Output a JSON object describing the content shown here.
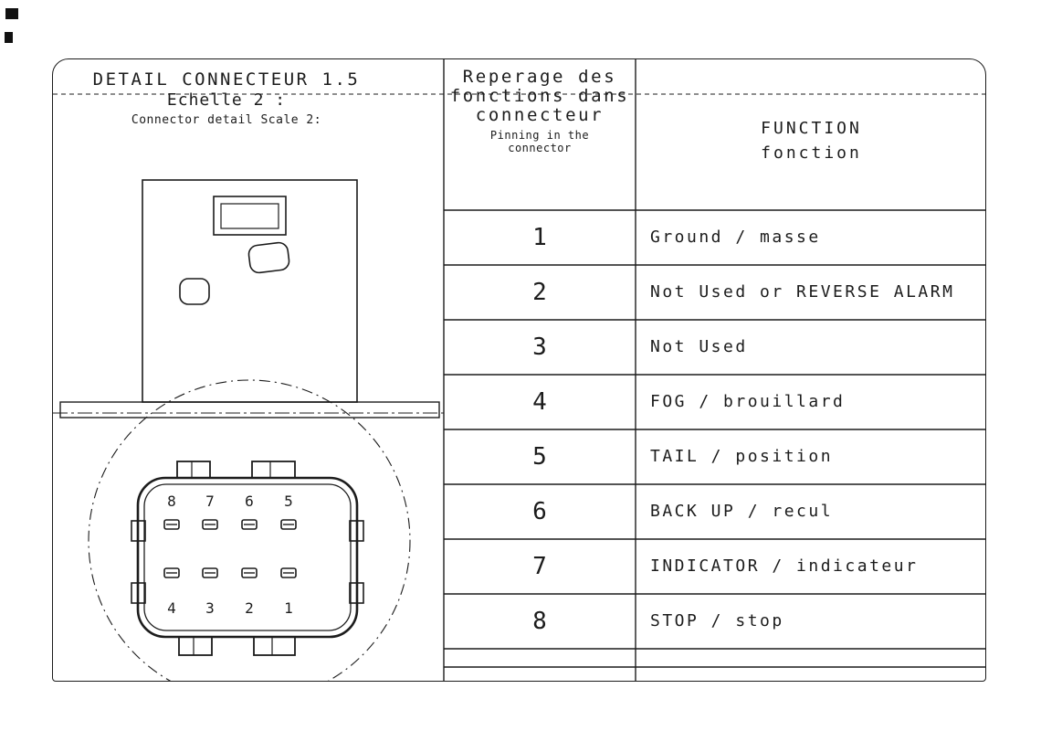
{
  "sheet": {
    "title_block": {
      "title": "DETAIL CONNECTEUR 1.5",
      "scale_fr": "Echelle 2 :",
      "scale_en": "Connector detail Scale 2:"
    },
    "pin_header": {
      "fr1": "Reperage des",
      "fr2": "fonctions dans",
      "fr3": "connecteur",
      "en1": "Pinning in the",
      "en2": "connector"
    },
    "function_header": {
      "en": "FUNCTION",
      "fr": "fonction"
    },
    "rows": [
      {
        "pin": "1",
        "function": "Ground / masse"
      },
      {
        "pin": "2",
        "function": "Not Used or REVERSE ALARM"
      },
      {
        "pin": "3",
        "function": "Not Used"
      },
      {
        "pin": "4",
        "function": "FOG / brouillard"
      },
      {
        "pin": "5",
        "function": "TAIL / position"
      },
      {
        "pin": "6",
        "function": "BACK UP / recul"
      },
      {
        "pin": "7",
        "function": "INDICATOR / indicateur"
      },
      {
        "pin": "8",
        "function": "STOP / stop"
      }
    ],
    "connector_face": {
      "top_pins": [
        "8",
        "7",
        "6",
        "5"
      ],
      "bottom_pins": [
        "4",
        "3",
        "2",
        "1"
      ]
    },
    "colors": {
      "ink": "#1c1c1c",
      "paper": "#ffffff"
    }
  }
}
